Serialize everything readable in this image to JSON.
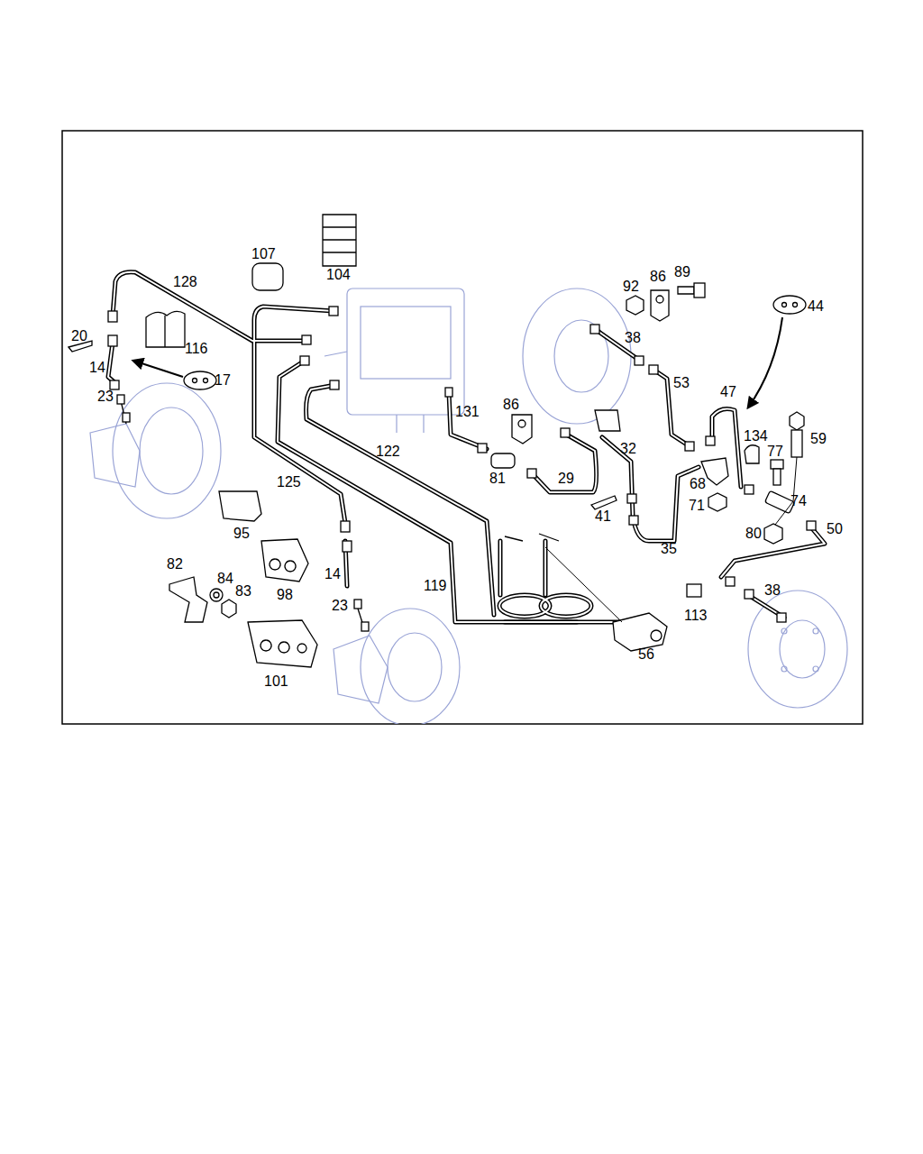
{
  "diagram": {
    "labels": [
      "107",
      "104",
      "128",
      "92",
      "86",
      "89",
      "44",
      "20",
      "116",
      "38",
      "14",
      "17",
      "53",
      "47",
      "23",
      "86",
      "131",
      "134",
      "59",
      "32",
      "122",
      "77",
      "81",
      "29",
      "125",
      "68",
      "74",
      "71",
      "41",
      "95",
      "80",
      "50",
      "35",
      "14",
      "82",
      "84",
      "98",
      "83",
      "119",
      "38",
      "23",
      "113",
      "56",
      "101"
    ]
  }
}
